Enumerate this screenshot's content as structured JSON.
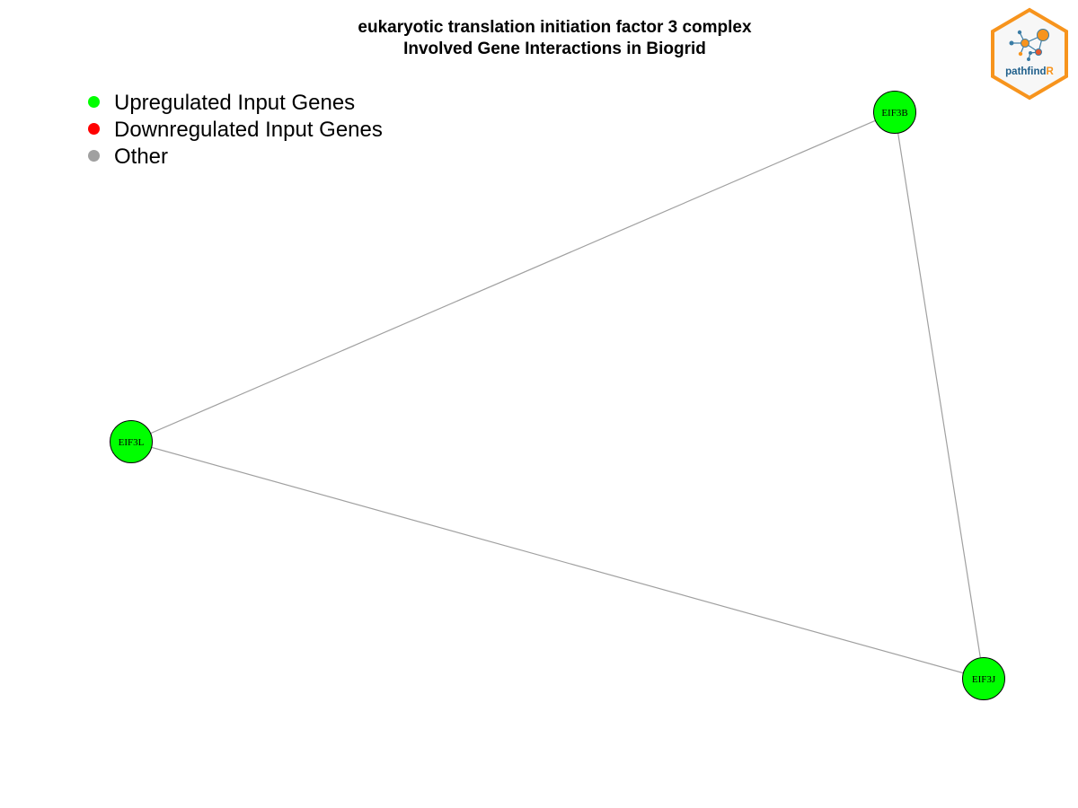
{
  "title": {
    "line1": "eukaryotic translation initiation factor 3 complex",
    "line2": "Involved Gene Interactions in Biogrid"
  },
  "legend": [
    {
      "label": "Upregulated Input Genes",
      "color": "#00ff00"
    },
    {
      "label": "Downregulated Input Genes",
      "color": "#ff0000"
    },
    {
      "label": "Other",
      "color": "#a0a0a0"
    }
  ],
  "network": {
    "nodes": [
      {
        "id": "EIF3B",
        "label": "EIF3B",
        "status": "upregulated",
        "color": "#00ff00"
      },
      {
        "id": "EIF3L",
        "label": "EIF3L",
        "status": "upregulated",
        "color": "#00ff00"
      },
      {
        "id": "EIF3J",
        "label": "EIF3J",
        "status": "upregulated",
        "color": "#00ff00"
      }
    ],
    "edges": [
      {
        "source": "EIF3B",
        "target": "EIF3L"
      },
      {
        "source": "EIF3B",
        "target": "EIF3J"
      },
      {
        "source": "EIF3L",
        "target": "EIF3J"
      }
    ],
    "edge_color": "#a0a0a0"
  },
  "logo": {
    "text_main": "pathfind",
    "text_accent": "R",
    "accent_color": "#f7941d",
    "text_color": "#1f5f8b",
    "icon": "pathfindr-hexagon-logo"
  }
}
